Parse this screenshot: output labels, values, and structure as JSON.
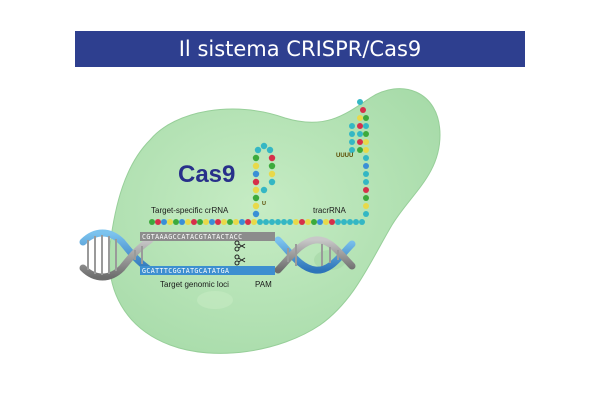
{
  "title": "Il sistema CRISPR/Cas9",
  "labels": {
    "cas9": "Cas9",
    "target_crRNA": "Target-specific crRNA",
    "tracrRNA": "tracrRNA",
    "target_loci": "Target genomic loci",
    "pam": "PAM"
  },
  "sequences": {
    "top_strand": "CGTAAAGCCATACGTATACTACC",
    "bottom_strand": "GCATTTCGGTATGCATATGA",
    "uuuu_top": "UUUU"
  },
  "colors": {
    "title_bar": "#2e3f8f",
    "protein": "#b2e2b2",
    "protein_edge": "#97cf99",
    "dna_blue": "#3d8fd0",
    "dna_gray": "#8a8a8a",
    "nt_yellow": "#e8d94a",
    "nt_red": "#d6304a",
    "nt_green": "#3caa3c",
    "nt_blue": "#3a8fd6",
    "nt_teal": "#34b7c4"
  },
  "icons": [
    "scissors-icon",
    "scissors-icon"
  ]
}
